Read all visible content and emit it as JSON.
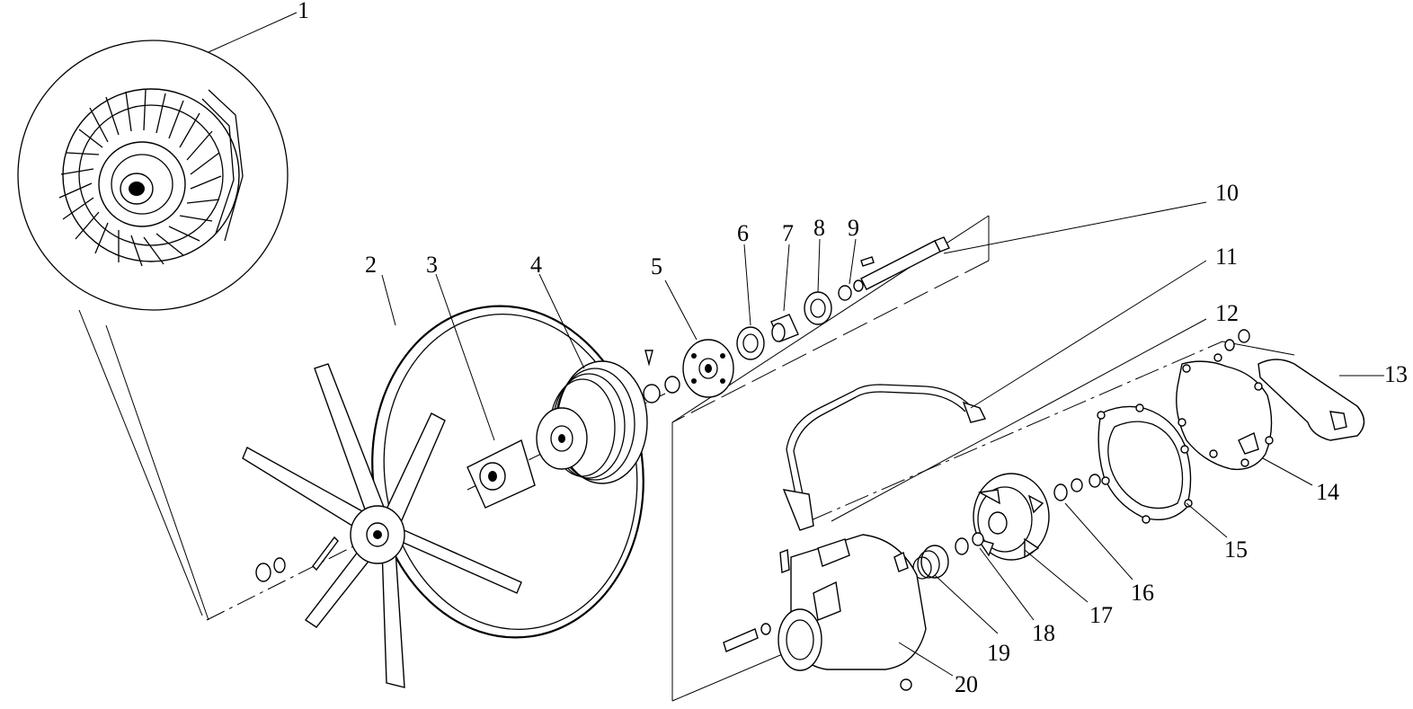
{
  "diagram": {
    "type": "exploded-view",
    "callouts": [
      "1",
      "2",
      "3",
      "4",
      "5",
      "6",
      "7",
      "8",
      "9",
      "10",
      "11",
      "12",
      "13",
      "14",
      "15",
      "16",
      "17",
      "18",
      "19",
      "20"
    ]
  }
}
